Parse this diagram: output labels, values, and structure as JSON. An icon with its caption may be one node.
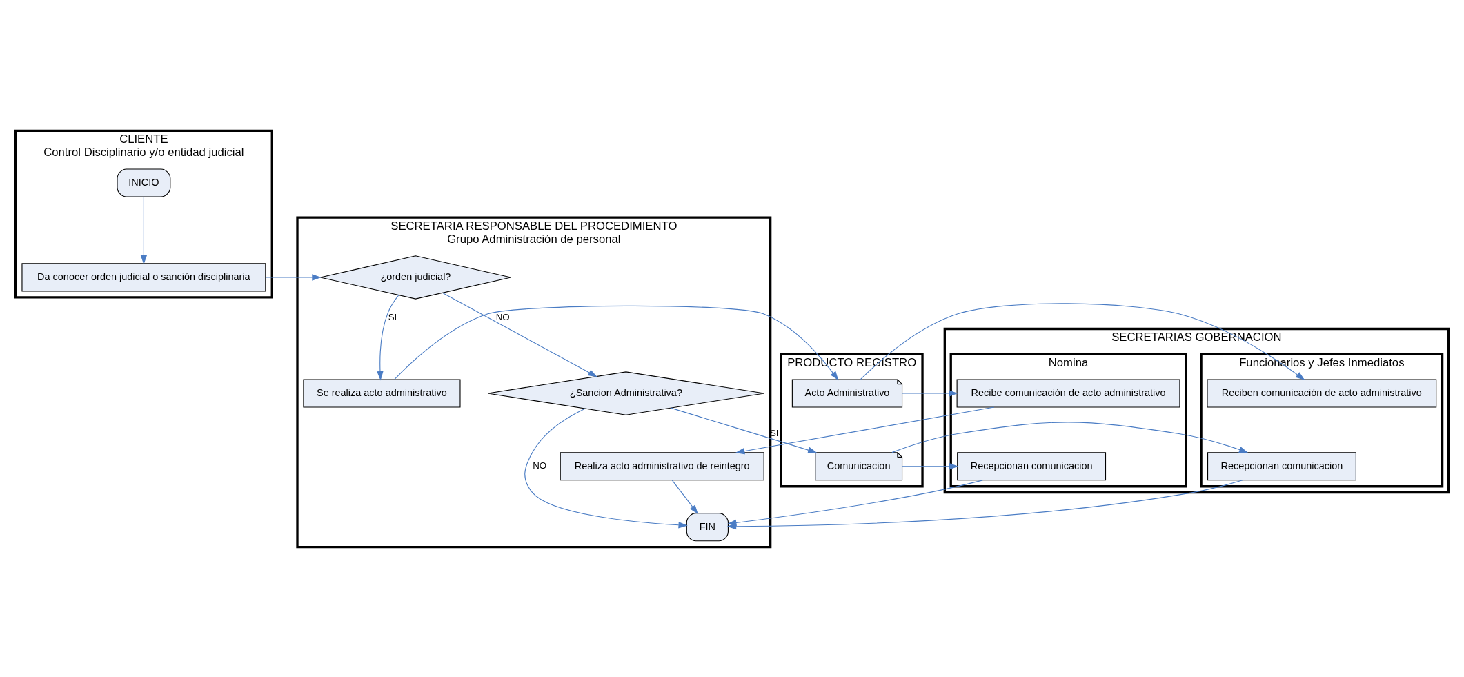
{
  "diagram": {
    "nodes": [
      {
        "text": [
          "CLIENTE",
          "Control Disciplinario y/o entidad judicial"
        ]
      },
      {
        "text": [
          "SECRETARIA RESPONSABLE DEL PROCEDIMIENTO",
          "Grupo Administración de personal"
        ]
      },
      {
        "text": [
          "PRODUCTO REGISTRO"
        ]
      },
      {
        "text": [
          "SECRETARIAS GOBERNACION"
        ]
      },
      {
        "text": [
          "Funcionarios y Jefes Inmediatos"
        ],
        "in": 3
      },
      {
        "text": [
          "Nomina"
        ],
        "in": 3
      },
      {
        "text": [
          "INICIO"
        ],
        "in": 0
      },
      {
        "text": [
          "Da conocer orden judicial o sanción disciplinaria"
        ],
        "in": 0
      },
      {
        "text": [
          "¿orden judicial?"
        ],
        "in": 1
      },
      {
        "text": [
          "Se realiza acto administrativo"
        ],
        "in": 1
      },
      {
        "text": [
          "Realiza acto administrativo de reintegro"
        ],
        "in": 1
      },
      {
        "text": [
          "¿Sancion Administrativa?"
        ],
        "in": 1
      },
      {
        "text": [
          "FIN"
        ],
        "in": 1
      },
      {
        "text": [
          "Acto Administrativo"
        ],
        "in": 2
      },
      {
        "text": [
          "Comunicacion"
        ],
        "in": 2
      },
      {
        "text": [
          "Reciben comunicación de acto administrativo"
        ],
        "in": 4
      },
      {
        "text": [
          "Recepcionan comunicacion"
        ],
        "in": 4
      },
      {
        "text": [
          "Recibe comunicación de acto administrativo"
        ],
        "in": 5
      },
      {
        "text": [
          "Recepcionan comunicacion"
        ],
        "in": 5
      }
    ],
    "edges": [
      {
        "from": 6,
        "to": 7,
        "arrow": "to"
      },
      {
        "from": 7,
        "to": 8,
        "arrow": "to"
      },
      {
        "from": 8,
        "to": 9,
        "arrow": "to",
        "label": "SI"
      },
      {
        "from": 8,
        "to": 11,
        "arrow": "to",
        "label": "NO"
      },
      {
        "from": 9,
        "to": 13,
        "arrow": "to"
      },
      {
        "from": 13,
        "to": 15,
        "arrow": "to"
      },
      {
        "from": 13,
        "to": 17,
        "arrow": "to"
      },
      {
        "from": 17,
        "to": 10,
        "arrow": "to"
      },
      {
        "from": 10,
        "to": 12,
        "arrow": "to"
      },
      {
        "from": 11,
        "to": 14,
        "arrow": "to",
        "label": "SI"
      },
      {
        "from": 11,
        "to": 12,
        "arrow": "to",
        "label": "NO"
      },
      {
        "from": 14,
        "to": 16,
        "arrow": "to"
      },
      {
        "from": 14,
        "to": 18,
        "arrow": "to"
      },
      {
        "from": 16,
        "to": 12,
        "arrow": "to"
      },
      {
        "from": 18,
        "to": 12,
        "arrow": "to"
      }
    ]
  }
}
